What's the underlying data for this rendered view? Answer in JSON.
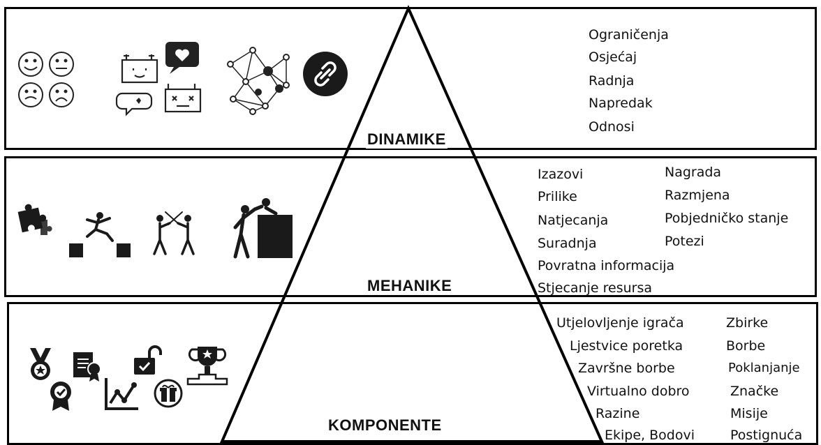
{
  "levels": {
    "top": "DINAMIKE",
    "mid": "MEHANIKE",
    "bot": "KOMPONENTE"
  },
  "dinamike_terms": [
    "Ograničenja",
    "Osjećaj",
    "Radnja",
    "Napredak",
    "Odnosi"
  ],
  "mehanike_terms_left": [
    "Izazovi",
    "Prilike",
    "Natjecanja",
    "Suradnja",
    "Povratna informacija",
    "Stjecanje resursa"
  ],
  "mehanike_terms_right": [
    "Nagrada",
    "Razmjena",
    "Pobjedničko stanje",
    "Potezi"
  ],
  "komponente_terms_left": [
    "Utjelovljenje igrača",
    "Ljestvice poretka",
    "Završne borbe",
    "Virtualno dobro",
    "Razine",
    "Ekipe, Bodovi"
  ],
  "komponente_terms_right": [
    "Zbirke",
    "Borbe",
    "Poklanjanje",
    "Značke",
    "Misije",
    "Postignuća"
  ],
  "icons": {
    "dinamike": [
      "emotion-faces-icon",
      "battery-love-icon",
      "network-icon",
      "link-icon"
    ],
    "mehanike": [
      "puzzle-icon",
      "jump-gap-icon",
      "duel-icon",
      "teamwork-icon"
    ],
    "komponente": [
      "medal-icon",
      "certificate-icon",
      "unlock-icon",
      "trophy-icon",
      "badge-icon",
      "chart-icon",
      "gift-icon"
    ]
  }
}
